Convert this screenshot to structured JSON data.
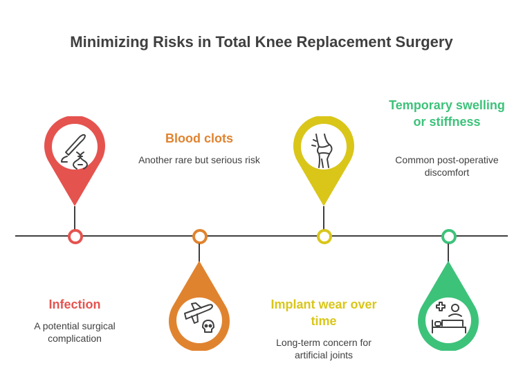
{
  "title": "Minimizing Risks in Total Knee Replacement Surgery",
  "colors": {
    "infection": "#e5534f",
    "blood_clots": "#e0832f",
    "implant_wear": "#d9c619",
    "swelling": "#3dc27a",
    "line": "#3f3f3f"
  },
  "steps": [
    {
      "label": "Infection",
      "description": "A potential surgical complication",
      "icon": "scalpel-dna-icon",
      "pin_direction": "up"
    },
    {
      "label": "Blood clots",
      "description": "Another rare but serious risk",
      "icon": "airplane-skull-icon",
      "pin_direction": "down"
    },
    {
      "label": "Implant wear over time",
      "description": "Long-term concern for artificial joints",
      "icon": "knee-joint-icon",
      "pin_direction": "up"
    },
    {
      "label": "Temporary swelling or stiffness",
      "description": "Common post-operative discomfort",
      "icon": "patient-bed-icon",
      "pin_direction": "down"
    }
  ]
}
